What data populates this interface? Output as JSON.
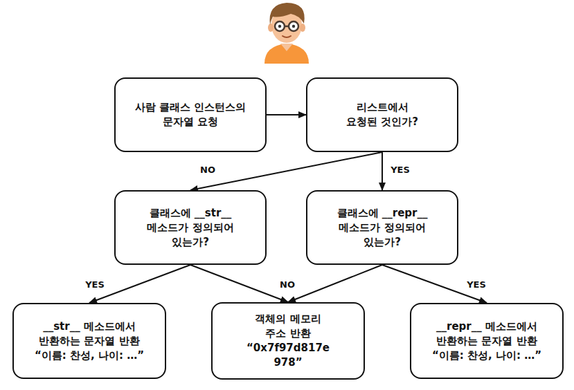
{
  "diagram": {
    "nodes": [
      {
        "text": [
          "사람 클래스 인스턴스의 문자열 요청"
        ]
      },
      {
        "text": [
          "리스트에서 요청된 것인가?"
        ]
      },
      {
        "text": [
          "클래스에 __str__ 메소드가 정의되어 있는가?"
        ]
      },
      {
        "text": [
          "클래스에 __repr__ 메소드가 정의되어 있는가?"
        ]
      },
      {
        "text": [
          "__str__ 메소드에서 반환하는 문자열 반환",
          "“이름: 찬성, 나이: …”"
        ]
      },
      {
        "text": [
          "객체의 메모리 주소 반환",
          "“0x7f97d817e978”"
        ]
      },
      {
        "text": [
          "__repr__ 메소드에서 반환하는 문자열 반환",
          "“이름: 찬성, 나이: …”"
        ]
      }
    ],
    "edges": [
      {
        "from": 0,
        "to": 1,
        "arrow": "to"
      },
      {
        "from": 1,
        "to": 2,
        "label": "NO",
        "arrow": "to"
      },
      {
        "from": 1,
        "to": 3,
        "label": "YES",
        "arrow": "to"
      },
      {
        "from": 2,
        "to": 4,
        "label": "YES",
        "arrow": "to"
      },
      {
        "from": 2,
        "to": 5,
        "label": "NO",
        "arrow": "to"
      },
      {
        "from": 3,
        "to": 5,
        "arrow": "to"
      },
      {
        "from": 3,
        "to": 6,
        "label": "YES",
        "arrow": "to"
      }
    ]
  }
}
